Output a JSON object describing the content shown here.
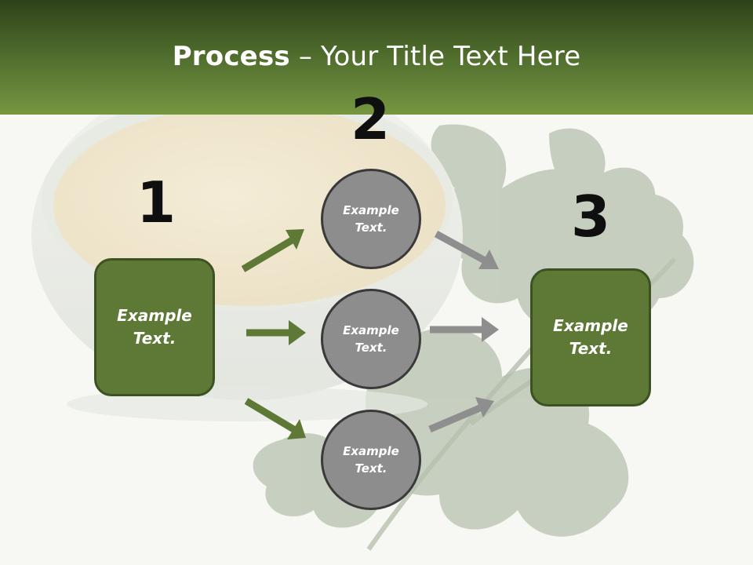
{
  "title": {
    "bold": "Process",
    "rest": " – Your Title Text Here"
  },
  "steps": {
    "one": "1",
    "two": "2",
    "three": "3"
  },
  "nodes": {
    "left_box": "Example\nText.",
    "circle_top": "Example\nText.",
    "circle_middle": "Example\nText.",
    "circle_bottom": "Example\nText.",
    "right_box": "Example\nText."
  },
  "colors": {
    "header_top": "#2f4119",
    "header_bottom": "#769641",
    "box_fill": "#5e7836",
    "box_border": "#3c5222",
    "circle_fill": "#8d8d8d",
    "circle_border": "#3a3a3a",
    "green_arrow": "#5e7836",
    "gray_arrow": "#8e8e8e"
  },
  "background_image": "bowl-of-dip-with-parsley"
}
